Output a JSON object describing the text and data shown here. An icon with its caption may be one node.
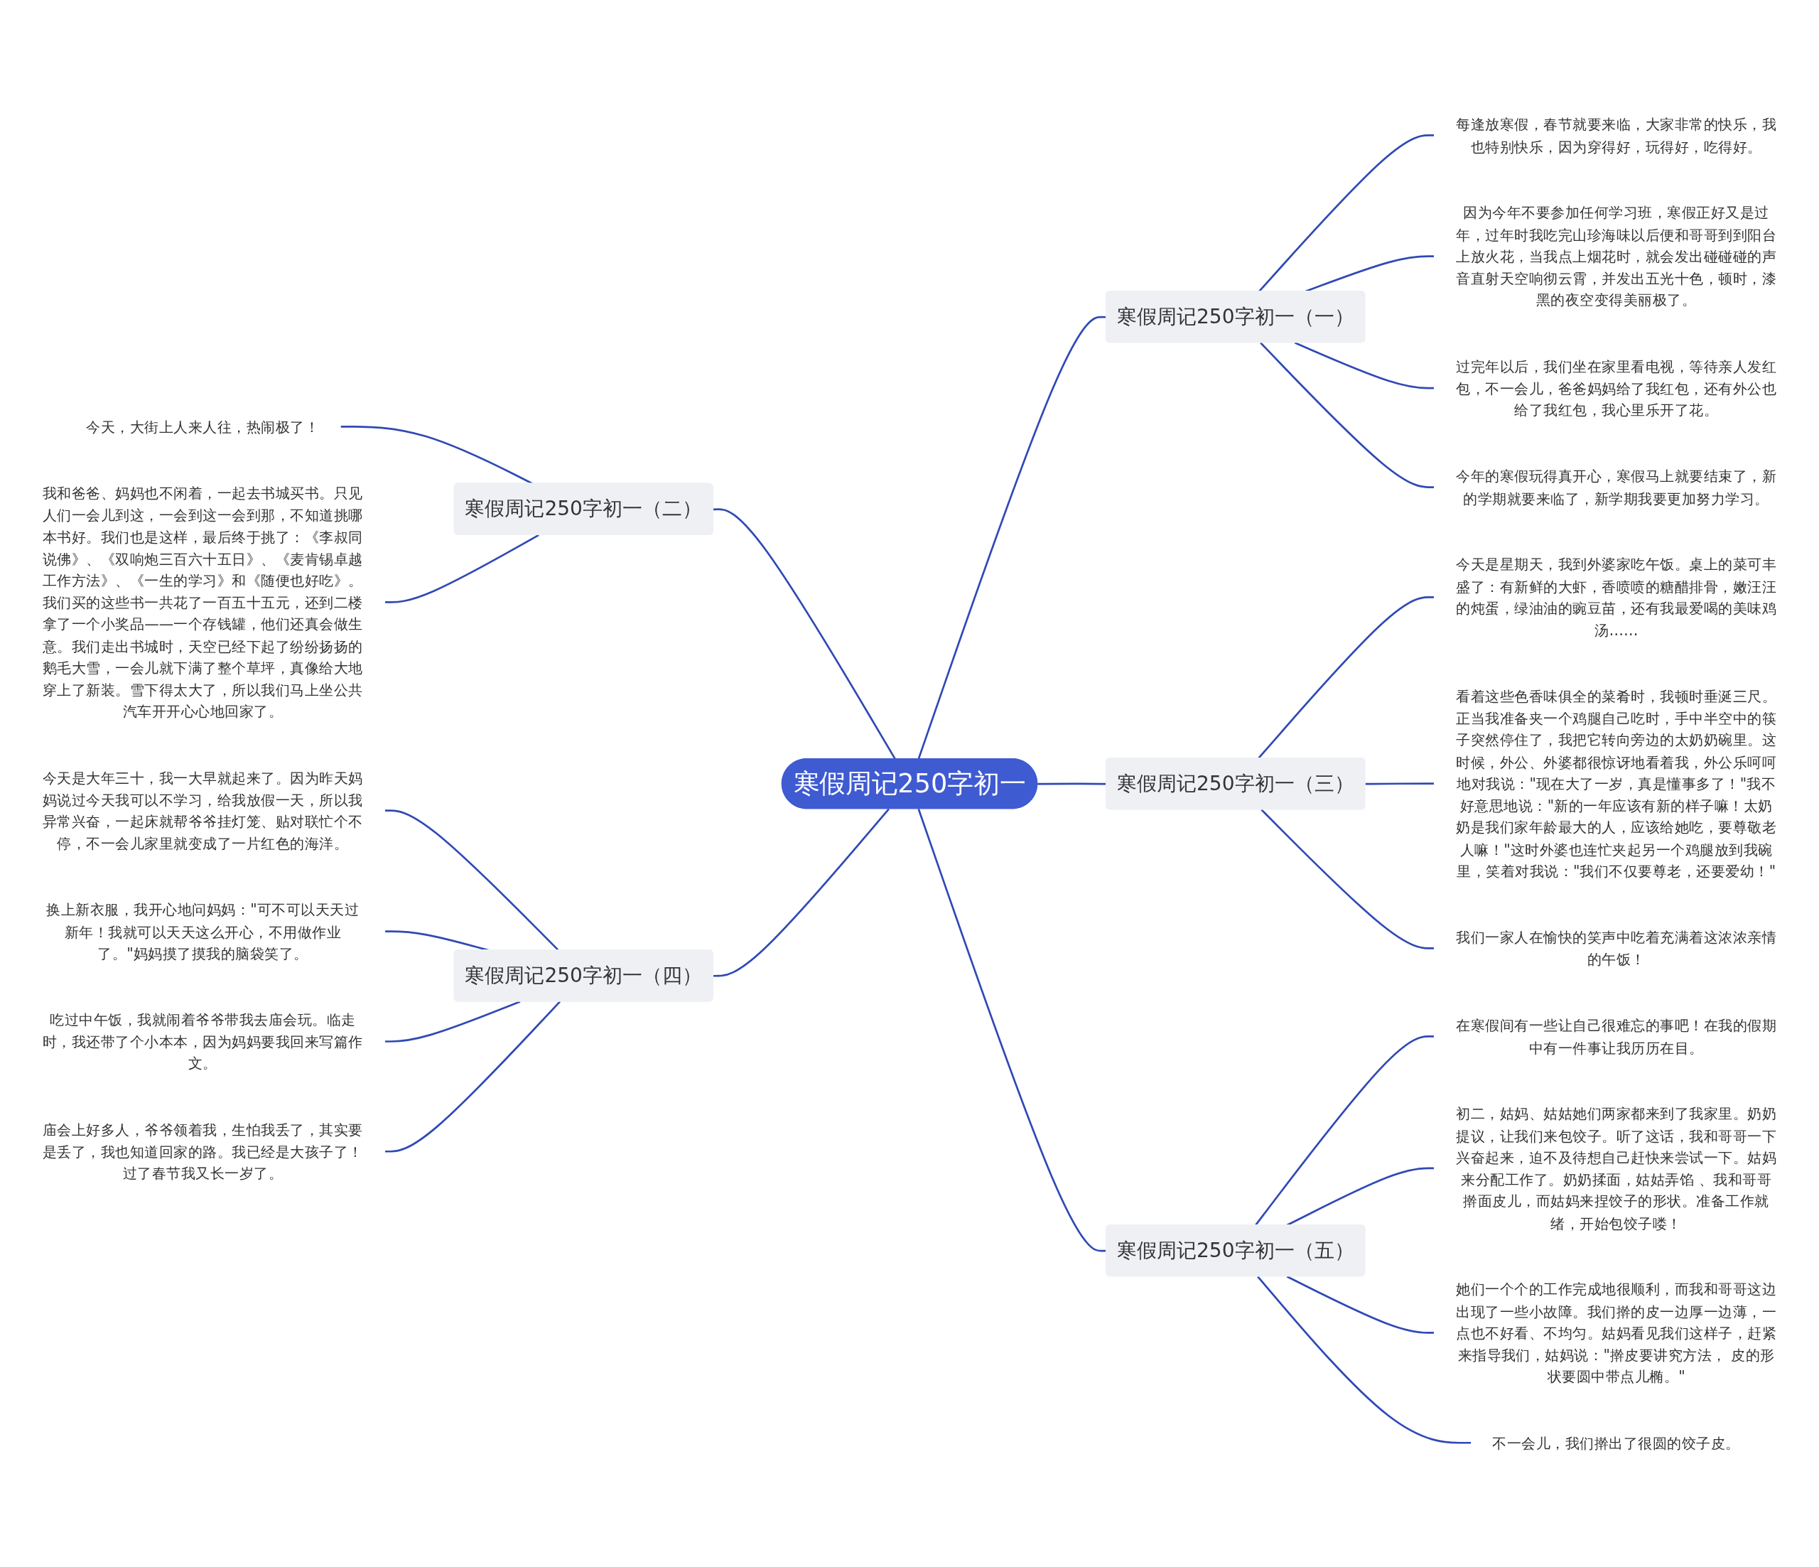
{
  "diagram": {
    "nodes": [
      {
        "text": [
          "寒假周记250字初一"
        ]
      },
      {
        "text": [
          "寒假周记250字初一（一）"
        ]
      },
      {
        "text": [
          "每逢放寒假，春节就要来临，大家非常的快乐，我也特别快乐，因为穿得好，玩得好，吃得好。"
        ]
      },
      {
        "text": [
          "因为今年不要参加任何学习班，寒假正好又是过年，过年时我吃完山珍海味以后便和哥哥到到阳台上放火花，当我点上烟花时，就会发出碰碰碰的声音直射天空响彻云霄，并发出五光十色，顿时，漆黑的夜空变得美丽极了。"
        ]
      },
      {
        "text": [
          "过完年以后，我们坐在家里看电视，等待亲人发红包，不一会儿，爸爸妈妈给了我红包，还有外公也给了我红包，我心里乐开了花。"
        ]
      },
      {
        "text": [
          "今年的寒假玩得真开心，寒假马上就要结束了，新的学期就要来临了，新学期我要更加努力学习。"
        ]
      },
      {
        "text": [
          "寒假周记250字初一（二）"
        ]
      },
      {
        "text": [
          "今天，大街上人来人往，热闹极了！"
        ]
      },
      {
        "text": [
          "我和爸爸、妈妈也不闲着，一起去书城买书。只见人们一会儿到这，一会到这一会到那，不知道挑哪本书好。我们也是这样，最后终于挑了：《李叔同说佛》、《双响炮三百六十五日》、《麦肯锡卓越工作方法》、《一生的学习》和《随便也好吃》。我们买的这些书一共花了一百五十五元，还到二楼拿了一个小奖品——一个存钱罐，他们还真会做生意。我们走出书城时，天空已经下起了纷纷扬扬的鹅毛大雪，一会儿就下满了整个草坪，真像给大地穿上了新装。雪下得太大了，所以我们马上坐公共汽车开开心心地回家了。"
        ]
      },
      {
        "text": [
          "寒假周记250字初一（三）"
        ]
      },
      {
        "text": [
          "今天是星期天，我到外婆家吃午饭。桌上的菜可丰盛了：有新鲜的大虾，香喷喷的糖醋排骨，嫩汪汪的炖蛋，绿油油的豌豆苗，还有我最爱喝的美味鸡汤……"
        ]
      },
      {
        "text": [
          "看着这些色香味俱全的菜肴时，我顿时垂涎三尺。正当我准备夹一个鸡腿自己吃时，手中半空中的筷子突然停住了，我把它转向旁边的太奶奶碗里。这时候，外公、外婆都很惊讶地看着我，外公乐呵呵地对我说：\"现在大了一岁，真是懂事多了！\"我不好意思地说：\"新的一年应该有新的样子嘛！太奶奶是我们家年龄最大的人，应该给她吃，要尊敬老人嘛！\"这时外婆也连忙夹起另一个鸡腿放到我碗里，笑着对我说：\"我们不仅要尊老，还要爱幼！\""
        ]
      },
      {
        "text": [
          "我们一家人在愉快的笑声中吃着充满着这浓浓亲情的午饭！"
        ]
      },
      {
        "text": [
          "寒假周记250字初一（四）"
        ]
      },
      {
        "text": [
          "今天是大年三十，我一大早就起来了。因为昨天妈妈说过今天我可以不学习，给我放假一天，所以我异常兴奋，一起床就帮爷爷挂灯笼、贴对联忙个不停，不一会儿家里就变成了一片红色的海洋。"
        ]
      },
      {
        "text": [
          "换上新衣服，我开心地问妈妈：\"可不可以天天过新年！我就可以天天这么开心，不用做作业了。\"妈妈摸了摸我的脑袋笑了。"
        ]
      },
      {
        "text": [
          "吃过中午饭，我就闹着爷爷带我去庙会玩。临走时，我还带了个小本本，因为妈妈要我回来写篇作文。"
        ]
      },
      {
        "text": [
          "庙会上好多人，爷爷领着我，生怕我丢了，其实要是丢了，我也知道回家的路。我已经是大孩子了！过了春节我又长一岁了。"
        ]
      },
      {
        "text": [
          "寒假周记250字初一（五）"
        ]
      },
      {
        "text": [
          "在寒假间有一些让自己很难忘的事吧！在我的假期中有一件事让我历历在目。"
        ]
      },
      {
        "text": [
          "初二，姑妈、姑姑她们两家都来到了我家里。奶奶提议，让我们来包饺子。听了这话，我和哥哥一下兴奋起来，迫不及待想自己赶快来尝试一下。姑妈来分配工作了。奶奶揉面，姑姑弄馅 、我和哥哥擀面皮儿，而姑妈来捏饺子的形状。准备工作就绪，开始包饺子喽！"
        ]
      },
      {
        "text": [
          "她们一个个的工作完成地很顺利，而我和哥哥这边出现了一些小故障。我们擀的皮一边厚一边薄，一点也不好看、不均匀。姑妈看见我们这样子，赶紧来指导我们，姑妈说：\"擀皮要讲究方法， 皮的形状要圆中带点儿椭。\""
        ]
      },
      {
        "text": [
          "不一会儿，我们擀出了很圆的饺子皮。"
        ]
      }
    ],
    "edges": [
      {
        "from": 0,
        "to": 1,
        "arrow": "none"
      },
      {
        "from": 1,
        "to": 2,
        "arrow": "none"
      },
      {
        "from": 1,
        "to": 3,
        "arrow": "none"
      },
      {
        "from": 1,
        "to": 4,
        "arrow": "none"
      },
      {
        "from": 1,
        "to": 5,
        "arrow": "none"
      },
      {
        "from": 0,
        "to": 6,
        "arrow": "none"
      },
      {
        "from": 6,
        "to": 7,
        "arrow": "none"
      },
      {
        "from": 6,
        "to": 8,
        "arrow": "none"
      },
      {
        "from": 0,
        "to": 9,
        "arrow": "none"
      },
      {
        "from": 9,
        "to": 10,
        "arrow": "none"
      },
      {
        "from": 9,
        "to": 11,
        "arrow": "none"
      },
      {
        "from": 9,
        "to": 12,
        "arrow": "none"
      },
      {
        "from": 0,
        "to": 13,
        "arrow": "none"
      },
      {
        "from": 13,
        "to": 14,
        "arrow": "none"
      },
      {
        "from": 13,
        "to": 15,
        "arrow": "none"
      },
      {
        "from": 13,
        "to": 16,
        "arrow": "none"
      },
      {
        "from": 13,
        "to": 17,
        "arrow": "none"
      },
      {
        "from": 0,
        "to": 18,
        "arrow": "none"
      },
      {
        "from": 18,
        "to": 19,
        "arrow": "none"
      },
      {
        "from": 18,
        "to": 20,
        "arrow": "none"
      },
      {
        "from": 18,
        "to": 21,
        "arrow": "none"
      },
      {
        "from": 18,
        "to": 22,
        "arrow": "none"
      }
    ]
  }
}
